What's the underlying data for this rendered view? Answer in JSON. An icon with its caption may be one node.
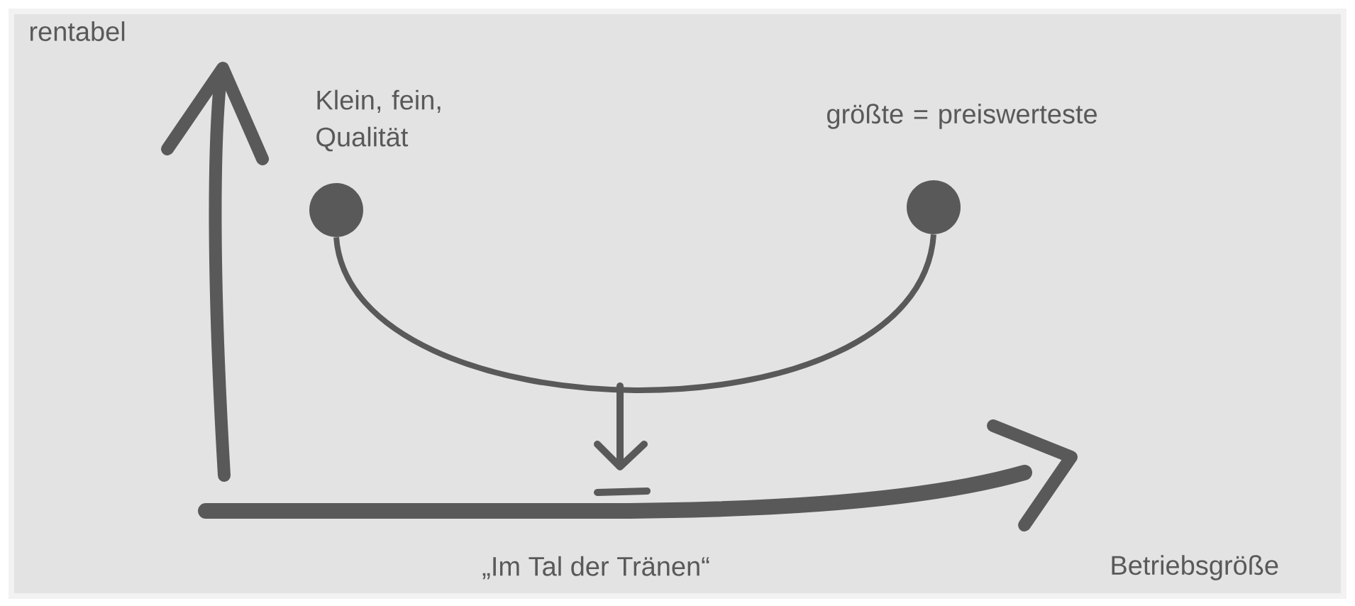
{
  "diagram": {
    "nodes": [
      {
        "text": [],
        "shape": "circle",
        "beside": [
          "Klein, fein, Qualität"
        ]
      },
      {
        "text": [],
        "shape": "circle",
        "beside": [
          "größte = preiswerteste"
        ]
      }
    ],
    "edges": [
      {
        "from": 0,
        "to": 1,
        "arrow": "none"
      }
    ],
    "labels": [
      "rentabel",
      "„Im Tal der Tränen“",
      "Betriebsgröße"
    ]
  }
}
